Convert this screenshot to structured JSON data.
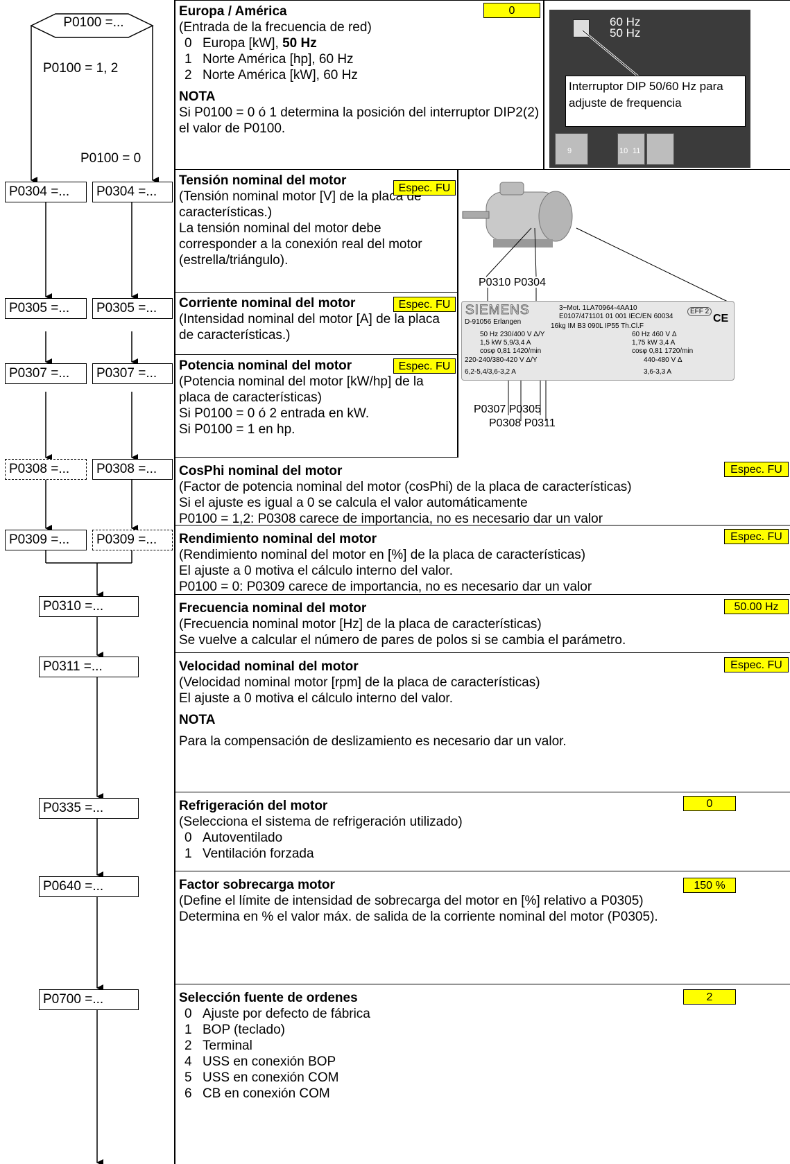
{
  "flowchart": {
    "start": "P0100 =...",
    "branch_left": "P0100 = 1, 2",
    "branch_right": "P0100 = 0",
    "left_boxes": [
      "P0304 =...",
      "P0305 =...",
      "P0307 =...",
      "P0308 =...",
      "P0309 =..."
    ],
    "right_boxes": [
      "P0304 =...",
      "P0305 =...",
      "P0307 =...",
      "P0308 =...",
      "P0309 =..."
    ],
    "center_boxes": [
      "P0310 =...",
      "P0311 =...",
      "P0335 =...",
      "P0640 =...",
      "P0700 =..."
    ]
  },
  "sections": {
    "p0100": {
      "title": "Europa / América",
      "badge": "0",
      "desc": "(Entrada de la frecuencia de red)",
      "options": [
        {
          "num": "0",
          "text": "Europa [kW], ",
          "bold": "50 Hz"
        },
        {
          "num": "1",
          "text": "Norte América [hp], 60 Hz"
        },
        {
          "num": "2",
          "text": "Norte América [kW], 60 Hz"
        }
      ],
      "note_title": "NOTA",
      "note_text": "Si P0100 = 0 ó 1 determina la posición del interruptor DIP2(2) el valor de P0100.",
      "photo_hz_top": "60 Hz",
      "photo_hz_bottom": "50 Hz",
      "photo_terminals": [
        "9",
        "10",
        "11"
      ],
      "dip_note": "Interruptor DIP 50/60 Hz para adjuste de frequencia"
    },
    "p0304": {
      "title": "Tensión nominal del motor",
      "badge": "Espec. FU",
      "desc": "(Tensión nominal motor [V] de la placa de características.)",
      "text": "La tensión nominal del motor debe corresponder a la conexión real del motor (estrella/triángulo)."
    },
    "p0305": {
      "title": "Corriente nominal del motor",
      "badge": "Espec. FU",
      "desc": "(Intensidad nominal del motor [A] de la placa de características.)"
    },
    "p0307": {
      "title": "Potencia nominal del motor",
      "badge": "Espec. FU",
      "desc": "(Potencia nominal del motor [kW/hp] de la placa de características)",
      "line1": "Si P0100 = 0 ó 2 entrada en kW.",
      "line2": "Si P0100 = 1 en hp."
    },
    "nameplate": {
      "labels_top": "P0310 P0304",
      "labels_bottom_1": "P0307 P0305",
      "labels_bottom_2": "P0308 P0311",
      "brand": "SIEMENS",
      "l1": "3~Mot.   1LA70964-4AA10",
      "l2": "E0107/471101  01 001 IEC/EN 60034",
      "l3": "D-91056 Erlangen",
      "l4": "16kg   IM B3  090L   IP55  Th.Cl.F",
      "l5": "50 Hz 230/400 V Δ/Y",
      "l6": "1,5 kW 5,9/3,4 A",
      "l7": "cosφ 0,81   1420/min",
      "l8": "220-240/380-420 V Δ/Y",
      "l9": "6,2-5,4/3,6-3,2 A",
      "r1": "60 Hz  460 V Δ",
      "r2": "1,75 kW  3,4 A",
      "r3": "cosφ 0,81  1720/min",
      "r4": "440-480 V Δ",
      "r5": "3,6-3,3 A",
      "eff": "EFF 2",
      "ce": "CE"
    },
    "p0308": {
      "title": "CosPhi nominal del motor",
      "badge": "Espec. FU",
      "desc": "(Factor de potencia nominal del motor (cosPhi) de la placa de características)",
      "line1": "Si el ajuste es igual a 0 se calcula el valor automáticamente",
      "line2": "P0100 = 1,2: P0308 carece de importancia, no es necesario dar un valor"
    },
    "p0309": {
      "title": "Rendimiento nominal del motor",
      "badge": "Espec. FU",
      "desc": "(Rendimiento nominal del motor en [%] de la placa de características)",
      "line1": "El ajuste a  0 motiva el cálculo interno del valor.",
      "line2": "P0100 = 0: P0309 carece de importancia, no es necesario dar un valor"
    },
    "p0310": {
      "title": "Frecuencia nominal del motor",
      "badge": "50.00 Hz",
      "desc": "(Frecuencia nominal motor [Hz] de la placa de características)",
      "line1": "Se vuelve a calcular el número de pares de polos si se cambia el parámetro."
    },
    "p0311": {
      "title": "Velocidad nominal del motor",
      "badge": "Espec. FU",
      "desc": "(Velocidad nominal motor [rpm] de la placa de características)",
      "line1": "El ajuste a 0 motiva el cálculo interno del valor.",
      "note_title": "NOTA",
      "note_text": "Para la compensación de deslizamiento es necesario dar un valor."
    },
    "p0335": {
      "title": "Refrigeración del motor",
      "badge": "0",
      "desc": "(Selecciona el sistema de refrigeración utilizado)",
      "options": [
        {
          "num": "0",
          "text": "Autoventilado"
        },
        {
          "num": "1",
          "text": "Ventilación forzada"
        }
      ]
    },
    "p0640": {
      "title": "Factor sobrecarga motor",
      "badge": "150 %",
      "desc": "(Define el límite de intensidad de sobrecarga del motor en [%] relativo a P0305)",
      "line1": "Determina en % el valor máx. de salida de la  corriente nominal del motor (P0305)."
    },
    "p0700": {
      "title": "Selección fuente de ordenes",
      "badge": "2",
      "options": [
        {
          "num": "0",
          "text": "Ajuste por defecto de fábrica"
        },
        {
          "num": "1",
          "text": "BOP (teclado)"
        },
        {
          "num": "2",
          "text": "Terminal"
        },
        {
          "num": "4",
          "text": "USS en conexión BOP"
        },
        {
          "num": "5",
          "text": "USS en conexión COM"
        },
        {
          "num": "6",
          "text": "CB en conexión COM"
        }
      ]
    }
  }
}
